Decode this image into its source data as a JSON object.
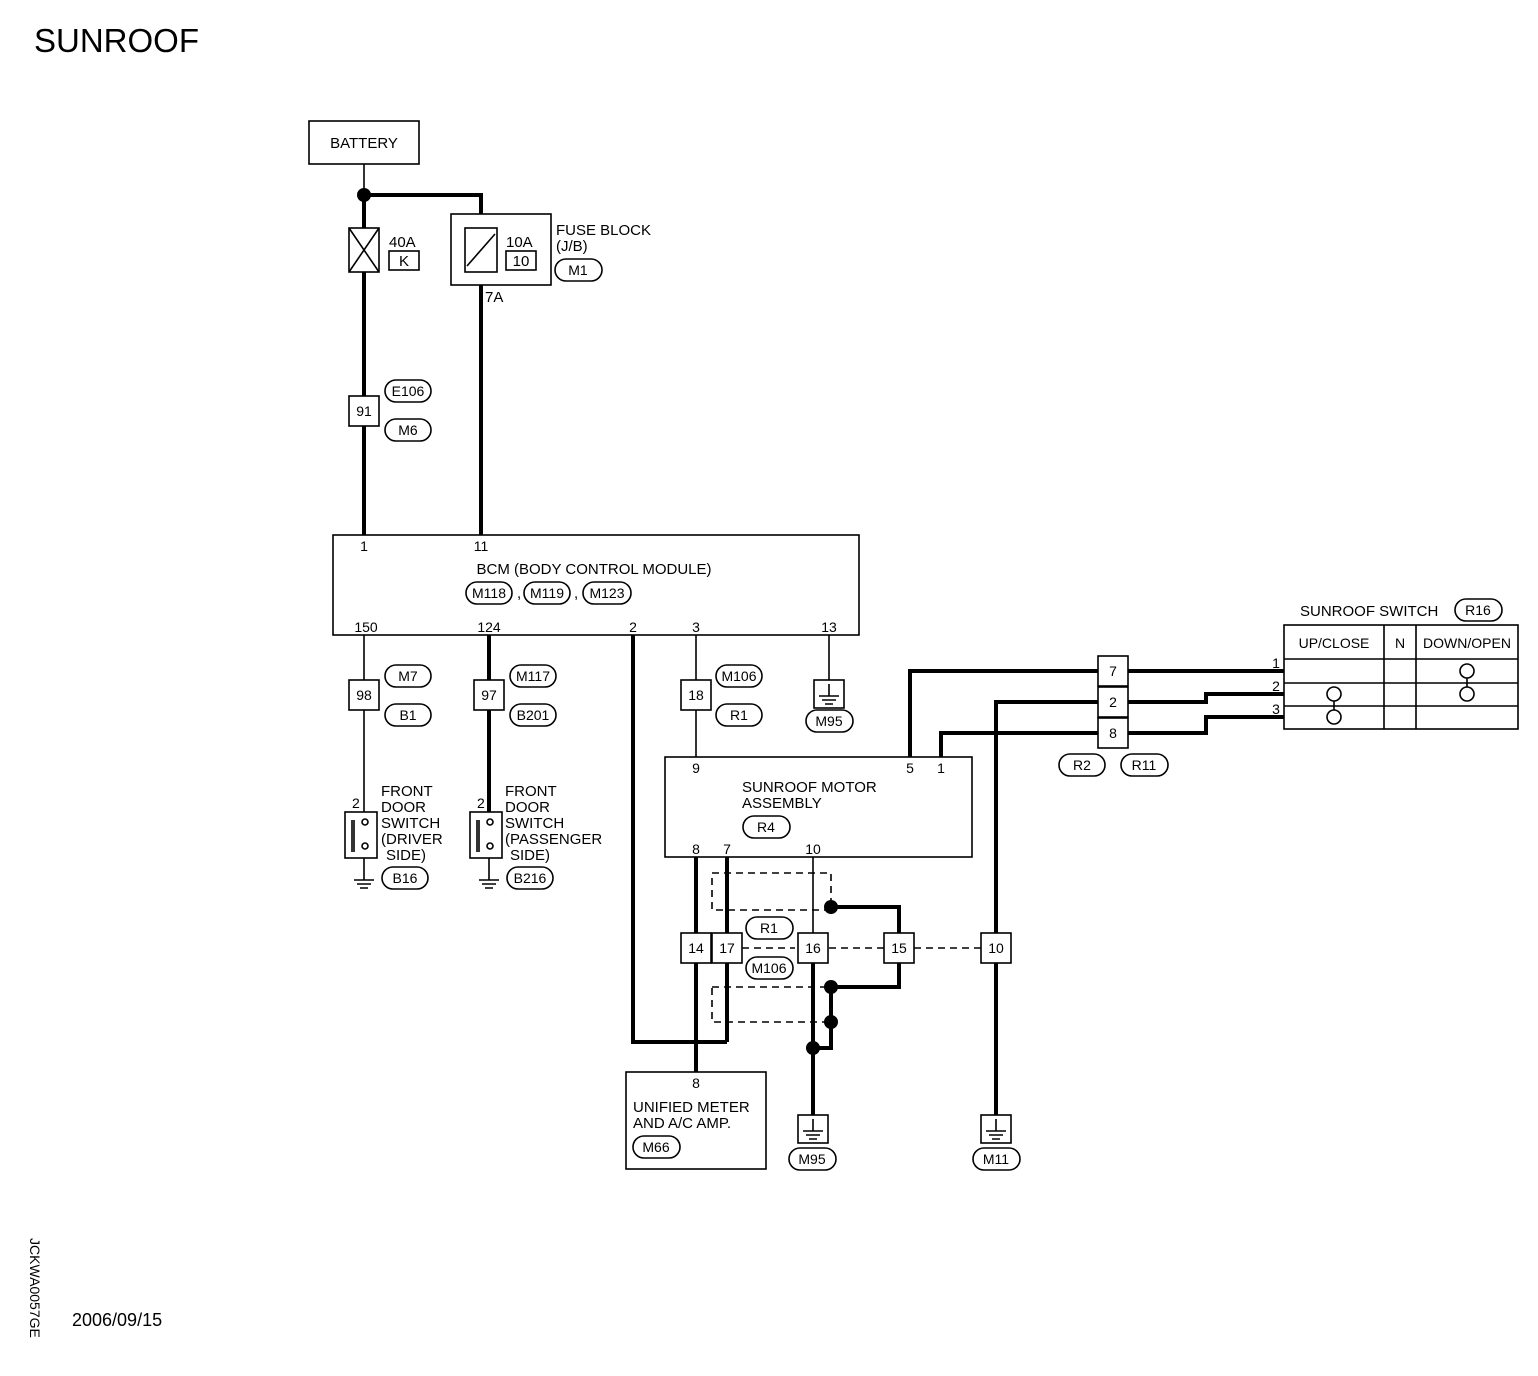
{
  "title": "SUNROOF",
  "battery": "BATTERY",
  "fuse_40": {
    "rating": "40A",
    "id": "K"
  },
  "fuse_10": {
    "rating": "10A",
    "id": "10",
    "pin": "7A"
  },
  "fuse_block": {
    "line1": "FUSE BLOCK",
    "line2": "(J/B)",
    "connector": "M1"
  },
  "joint_91": {
    "pin": "91",
    "connectors": [
      "E106",
      "M6"
    ]
  },
  "bcm": {
    "label": "BCM (BODY CONTROL MODULE)",
    "connectors": [
      "M118",
      "M119",
      "M123"
    ],
    "top_pins": [
      "1",
      "11"
    ],
    "bottom_pins": [
      "150",
      "124",
      "2",
      "3",
      "13"
    ]
  },
  "joint_98": {
    "pin": "98",
    "connectors": [
      "M7",
      "B1"
    ]
  },
  "joint_97": {
    "pin": "97",
    "connectors": [
      "M117",
      "B201"
    ]
  },
  "joint_18": {
    "pin": "18",
    "connectors": [
      "M106",
      "R1"
    ]
  },
  "ground_bcm": "M95",
  "driver_door_switch": {
    "pin": "2",
    "lines": [
      "FRONT",
      "DOOR",
      "SWITCH",
      "(DRIVER",
      "SIDE)"
    ],
    "connector": "B16"
  },
  "passenger_door_switch": {
    "pin": "2",
    "lines": [
      "FRONT",
      "DOOR",
      "SWITCH",
      "(PASSENGER",
      "SIDE)"
    ],
    "connector": "B216"
  },
  "motor": {
    "line1": "SUNROOF MOTOR",
    "line2": "ASSEMBLY",
    "connector": "R4",
    "top_pins": [
      "9",
      "5",
      "1"
    ],
    "bottom_pins": [
      "8",
      "7",
      "10"
    ]
  },
  "joints_r1": {
    "pins": [
      "14",
      "17",
      "16",
      "15",
      "10"
    ],
    "connectors": [
      "R1",
      "M106"
    ]
  },
  "meter": {
    "pin": "8",
    "line1": "UNIFIED METER",
    "line2": "AND A/C AMP.",
    "connector": "M66"
  },
  "ground_m95": "M95",
  "ground_m11": "M11",
  "joints_r2": {
    "pins": [
      "7",
      "2",
      "8"
    ],
    "connectors": [
      "R2",
      "R11"
    ]
  },
  "sunroof_switch": {
    "label": "SUNROOF SWITCH",
    "connector": "R16",
    "columns": [
      "UP/CLOSE",
      "N",
      "DOWN/OPEN"
    ],
    "rows": [
      "1",
      "2",
      "3"
    ]
  },
  "code": "JCKWA0057GE",
  "date": "2006/09/15"
}
